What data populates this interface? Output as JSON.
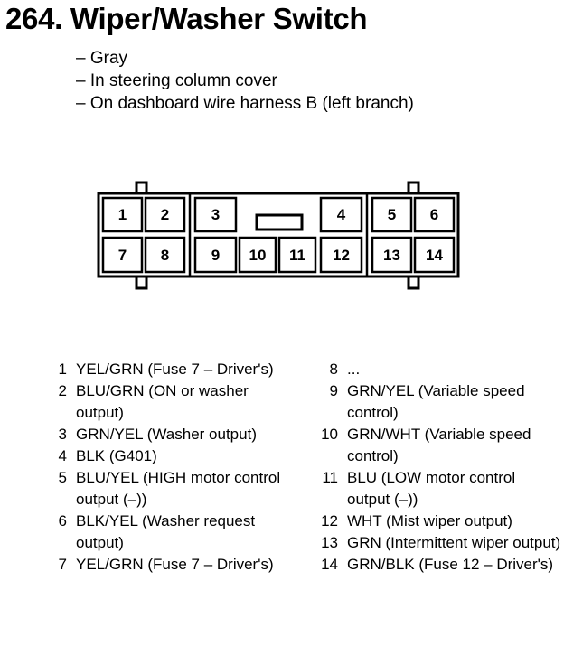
{
  "title": "264. Wiper/Washer Switch",
  "info": [
    "– Gray",
    "– In steering column cover",
    "– On dashboard wire harness B (left branch)"
  ],
  "connector_labels": [
    "1",
    "2",
    "3",
    "4",
    "5",
    "6",
    "7",
    "8",
    "9",
    "10",
    "11",
    "12",
    "13",
    "14"
  ],
  "pins_left": [
    {
      "num": "1",
      "desc": "YEL/GRN (Fuse 7 – Driver's)"
    },
    {
      "num": "2",
      "desc": "BLU/GRN (ON or washer output)"
    },
    {
      "num": "3",
      "desc": "GRN/YEL (Washer output)"
    },
    {
      "num": "4",
      "desc": "BLK (G401)"
    },
    {
      "num": "5",
      "desc": "BLU/YEL (HIGH motor control output (–))"
    },
    {
      "num": "6",
      "desc": "BLK/YEL (Washer request output)"
    },
    {
      "num": "7",
      "desc": "YEL/GRN (Fuse 7 – Driver's)"
    }
  ],
  "pins_right": [
    {
      "num": "8",
      "desc": "..."
    },
    {
      "num": "9",
      "desc": "GRN/YEL (Variable speed control)"
    },
    {
      "num": "10",
      "desc": "GRN/WHT (Variable speed control)"
    },
    {
      "num": "11",
      "desc": "BLU (LOW motor control output (–))"
    },
    {
      "num": "12",
      "desc": "WHT (Mist wiper output)"
    },
    {
      "num": "13",
      "desc": "GRN (Intermittent wiper output)"
    },
    {
      "num": "14",
      "desc": "GRN/BLK (Fuse 12 – Driver's)"
    }
  ]
}
